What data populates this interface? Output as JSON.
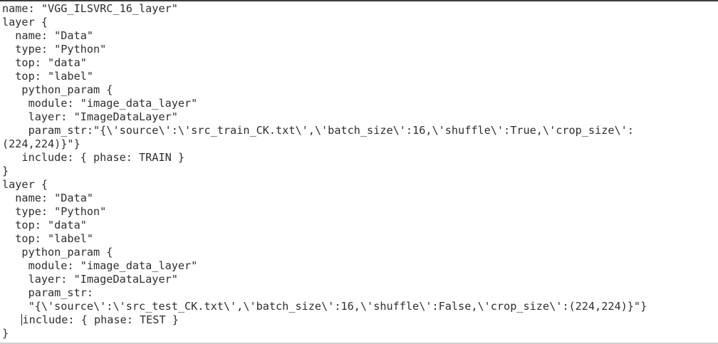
{
  "editor": {
    "lines": [
      "name: \"VGG_ILSVRC_16_layer\"",
      "layer {",
      "  name: \"Data\"",
      "  type: \"Python\"",
      "  top: \"data\"",
      "  top: \"label\"",
      "   python_param {",
      "    module: \"image_data_layer\"",
      "    layer: \"ImageDataLayer\"",
      "    param_str:\"{\\'source\\':\\'src_train_CK.txt\\',\\'batch_size\\':16,\\'shuffle\\':True,\\'crop_size\\':",
      "(224,224)}\"}",
      "   include: { phase: TRAIN }",
      "}",
      "layer {",
      "  name: \"Data\"",
      "  type: \"Python\"",
      "  top: \"data\"",
      "  top: \"label\"",
      "   python_param {",
      "    module: \"image_data_layer\"",
      "    layer: \"ImageDataLayer\"",
      "    param_str:",
      "    \"{\\'source\\':\\'src_test_CK.txt\\',\\'batch_size\\':16,\\'shuffle\\':False,\\'crop_size\\':(224,224)}\"}",
      "include: { phase: TEST }",
      "}"
    ],
    "caret_line_indent": "   "
  }
}
